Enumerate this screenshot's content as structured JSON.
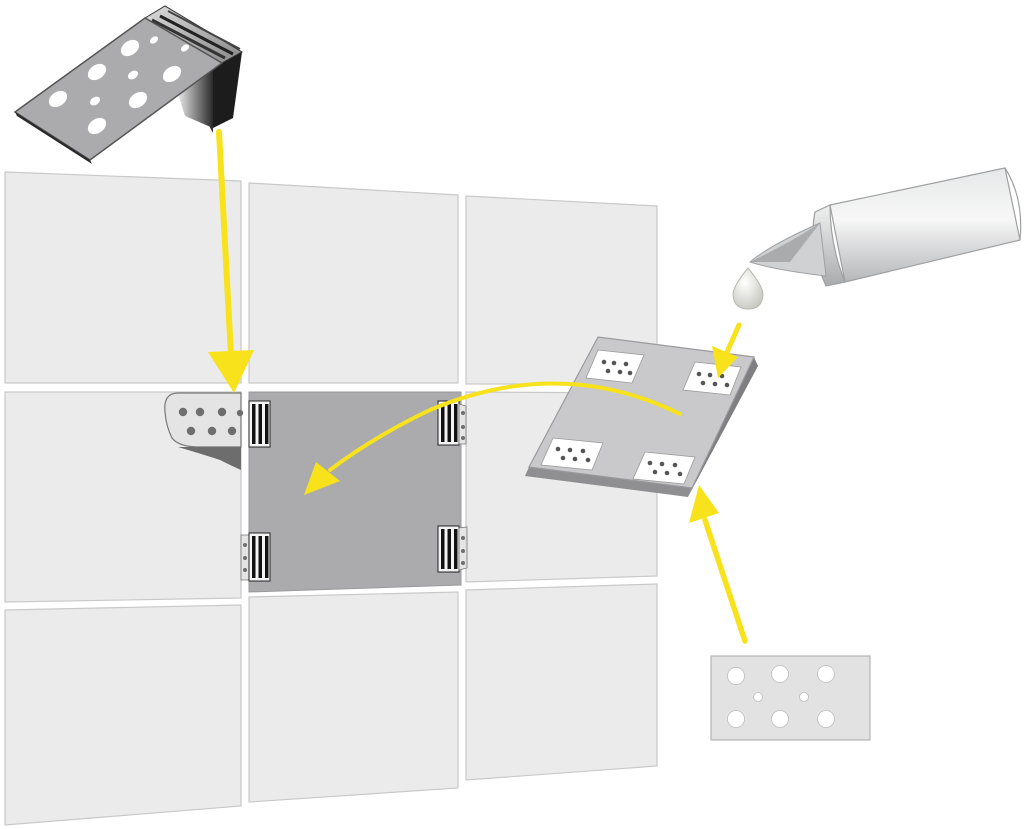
{
  "diagram": {
    "kind": "installation-illustration",
    "components": [
      {
        "name": "perforated-bracket-clip",
        "icon": "bracket-clip-icon"
      },
      {
        "name": "wall-panel-grid",
        "rows": 3,
        "columns": 3
      },
      {
        "name": "adhesive-tube",
        "icon": "adhesive-tube-icon"
      },
      {
        "name": "panel-back-with-pads",
        "pad_count": 4
      },
      {
        "name": "perforated-pad",
        "icon": "perforated-pad-icon"
      }
    ],
    "colors": {
      "arrow": "#f7e21b",
      "panel": "#ebebec",
      "panel_edge": "#c9c9cc",
      "active_panel": "#ababae",
      "metal_dark": "#2a2a2a",
      "hole": "#666666"
    }
  }
}
